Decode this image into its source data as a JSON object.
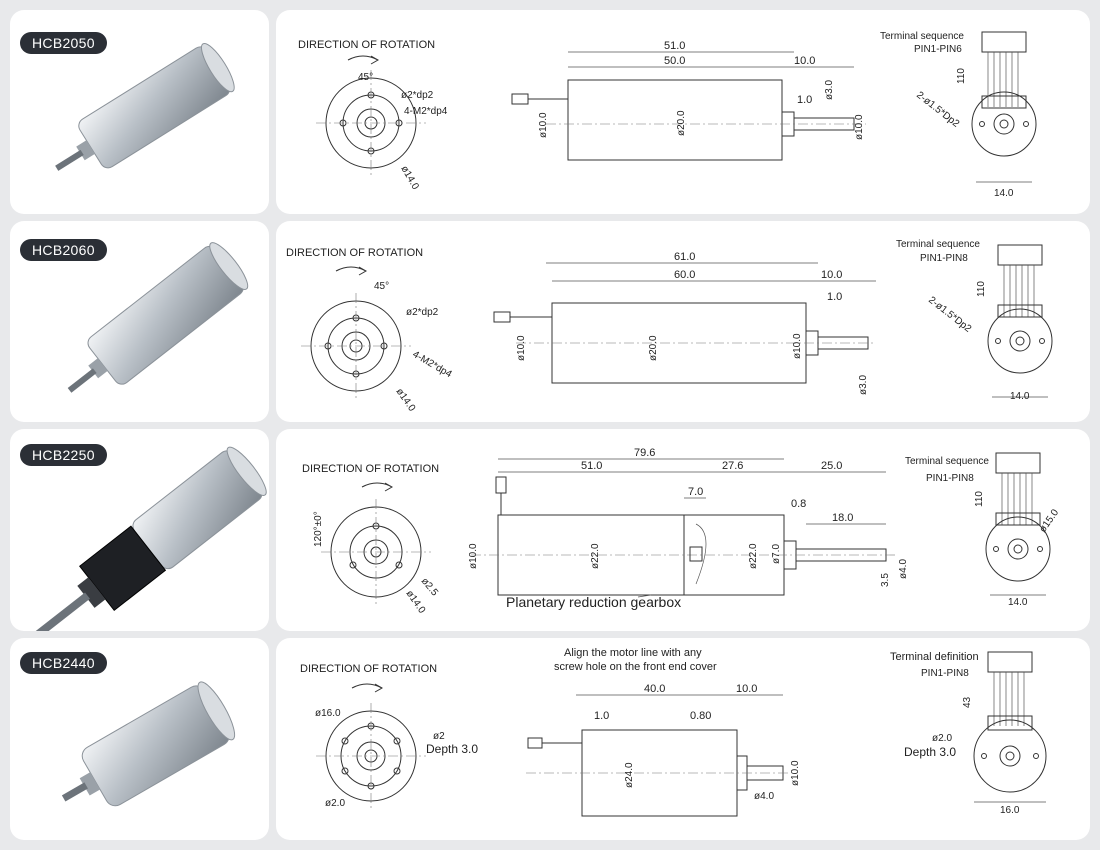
{
  "rows": [
    {
      "model": "HCB2050",
      "direction": "DIRECTION OF ROTATION",
      "dims": {
        "len_total": "51.0",
        "len_body": "50.0",
        "shaft": "10.0",
        "d_shaft": "ø3.0",
        "step": "1.0",
        "d_boss": "ø10.0",
        "d_body": "ø20.0",
        "d_conn": "ø10.0",
        "angle": "45°",
        "hole_a": "ø2*dp2",
        "hole_b": "4-M2*dp4",
        "pcd": "ø14.0"
      },
      "terminal_title": "Terminal sequence",
      "pins": "PIN1-PIN6",
      "t_len": "110",
      "t_hole": "2-ø1.5*Dp2",
      "t_width": "14.0"
    },
    {
      "model": "HCB2060",
      "direction": "DIRECTION OF ROTATION",
      "dims": {
        "len_total": "61.0",
        "len_body": "60.0",
        "shaft": "10.0",
        "step": "1.0",
        "d_conn": "ø10.0",
        "d_body": "ø20.0",
        "d_boss": "ø10.0",
        "d_shaft": "ø3.0",
        "angle": "45°",
        "hole_a": "ø2*dp2",
        "hole_b": "4-M2*dp4",
        "pcd": "ø14.0"
      },
      "terminal_title": "Terminal sequence",
      "pins": "PIN1-PIN8",
      "t_len": "110",
      "t_hole": "2-ø1.5*Dp2",
      "t_width": "14.0"
    },
    {
      "model": "HCB2250",
      "direction": "DIRECTION OF ROTATION",
      "dims": {
        "len_total": "79.6",
        "len_motor": "51.0",
        "len_gear": "27.6",
        "shaft": "25.0",
        "key": "7.0",
        "step": "0.8",
        "flat": "18.0",
        "d_conn": "ø10.0",
        "d_motor": "ø22.0",
        "d_gear": "ø22.0",
        "d_boss": "ø7.0",
        "d_flat": "3.5",
        "d_shaft": "ø4.0",
        "angle": "120°±0°",
        "hole": "ø2.5",
        "pcd": "ø14.0"
      },
      "gearbox_label": "Planetary reduction gearbox",
      "terminal_title": "Terminal sequence",
      "pins": "PIN1-PIN8",
      "t_len": "110",
      "t_hole": "ø15.0",
      "t_width": "14.0"
    },
    {
      "model": "HCB2440",
      "direction": "DIRECTION OF ROTATION",
      "note1": "Align the motor line with any",
      "note2": "screw hole on the front end cover",
      "dims": {
        "len_body": "40.0",
        "shaft": "10.0",
        "step_l": "1.0",
        "step_r": "0.80",
        "d_body": "ø24.0",
        "d_boss": "ø10.0",
        "d_shaft": "ø4.0",
        "pcd": "ø16.0",
        "hole": "ø2",
        "depth": "Depth 3.0",
        "d_small": "ø2.0"
      },
      "terminal_title": "Terminal definition",
      "pins": "PIN1-PIN8",
      "t_len": "43",
      "t_hole": "ø2.0",
      "t_depth": "Depth 3.0",
      "t_width": "16.0"
    }
  ]
}
